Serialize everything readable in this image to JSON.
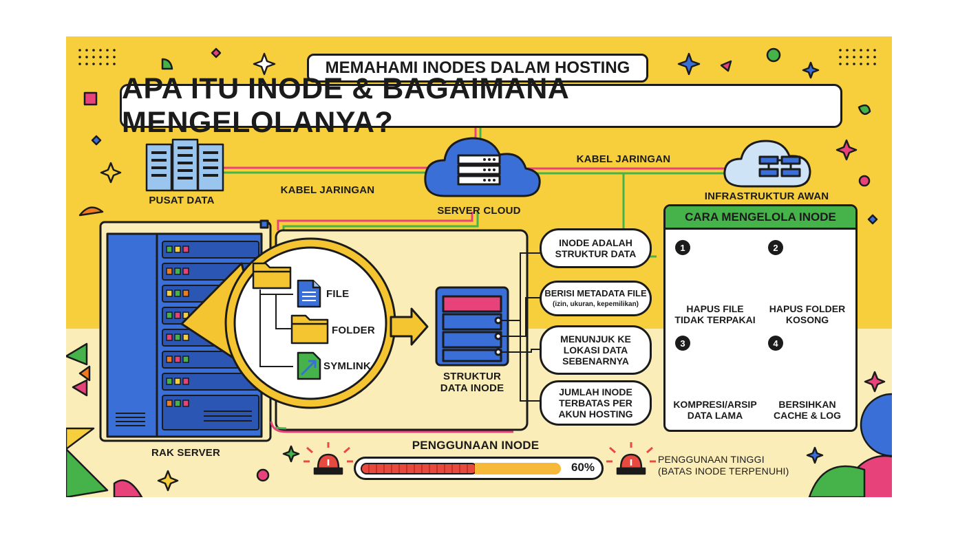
{
  "header": {
    "subtitle": "MEMAHAMI INODES DALAM HOSTING",
    "title": "APA ITU INODE & BAGAIMANA MENGELOLANYA?"
  },
  "network": {
    "data_center": "PUSAT DATA",
    "cable_left": "KABEL JARINGAN",
    "server_cloud": "SERVER CLOUD",
    "cable_right": "KABEL JARINGAN",
    "cloud_infra": "INFRASTRUKTUR AWAN"
  },
  "rack": {
    "label": "RAK SERVER"
  },
  "magnifier": {
    "items": [
      "FILE",
      "FOLDER",
      "SYMLINK"
    ]
  },
  "inode_structure": {
    "label": "STRUKTUR\nDATA INODE"
  },
  "facts": [
    {
      "text": "INODE ADALAH\nSTRUKTUR DATA",
      "sub": ""
    },
    {
      "text": "BERISI METADATA FILE",
      "sub": "(izin, ukuran, kepemilikan)"
    },
    {
      "text": "MENUNJUK KE\nLOKASI DATA\nSEBENARNYA",
      "sub": ""
    },
    {
      "text": "JUMLAH INODE\nTERBATAS PER\nAKUN HOSTING",
      "sub": ""
    }
  ],
  "manage": {
    "title": "CARA MENGELOLA INODE",
    "steps": [
      {
        "num": "1",
        "label": "HAPUS FILE\nTIDAK TERPAKAI",
        "icon": "trash-can-icon"
      },
      {
        "num": "2",
        "label": "HAPUS FOLDER\nKOSONG",
        "icon": "folder-icon"
      },
      {
        "num": "3",
        "label": "KOMPRESI/ARSIP\nDATA LAMA",
        "icon": "open-folder-icon"
      },
      {
        "num": "4",
        "label": "BERSIHKAN\nCACHE & LOG",
        "icon": "wrench-screwdriver-icon"
      }
    ]
  },
  "usage": {
    "title": "PENGGUNAAN INODE",
    "percent_value": 60,
    "percent_text": "60%",
    "warning": "PENGGUNAAN TINGGI\n(BATAS INODE TERPENUHI)"
  },
  "colors": {
    "background_yellow": "#f7cf3c",
    "cream": "#fbedb7",
    "rack_blue": "#3a6fd8",
    "accent_green": "#45b34a",
    "accent_pink": "#e8427a",
    "warning_red": "#e84a3f",
    "folder_yellow": "#f5c531",
    "folder_orange": "#f07a1e"
  }
}
